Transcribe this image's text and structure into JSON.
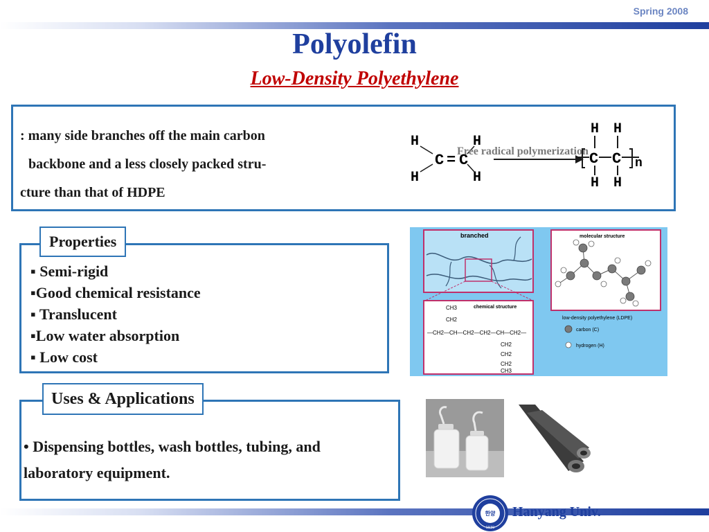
{
  "header": {
    "season": "Spring 2008",
    "title": "Polyolefin",
    "subtitle": "Low-Density Polyethylene"
  },
  "description": {
    "lines": [
      ": many side branches off the main carbon",
      "backbone and a less closely packed stru-",
      "cture than that of HDPE"
    ]
  },
  "reaction": {
    "label": "Free radical polymerization",
    "monomer_atoms": [
      "H",
      "H",
      "H",
      "H",
      "C",
      "C"
    ],
    "monomer_bond": "=",
    "polymer_atoms": [
      "H",
      "H",
      "H",
      "H",
      "C",
      "C"
    ],
    "repeat_subscript": "n"
  },
  "properties": {
    "title": "Properties",
    "items": [
      "▪ Semi-rigid",
      "▪Good chemical resistance",
      "▪ Translucent",
      "▪Low water absorption",
      "▪ Low cost"
    ]
  },
  "structure_figure": {
    "panel_labels": {
      "branched": "branched",
      "molecular": "molecular structure",
      "chemical": "chemical structure"
    },
    "caption": "low-density polyethylene (LDPE)",
    "legend": [
      "carbon (C)",
      "hydrogen (H)"
    ],
    "formula": {
      "top_branch": [
        "CH3",
        "CH2"
      ],
      "main_chain": "—CH2—CH—CH2—CH2—CH—CH2—",
      "bottom_branch": [
        "CH2",
        "CH2",
        "CH2",
        "CH3"
      ]
    },
    "colors": {
      "background": "#7fc8f0",
      "frame": "#c0306a",
      "chain": "#3a5a78"
    }
  },
  "uses": {
    "title": "Uses & Applications",
    "text": "• Dispensing bottles, wash bottles, tubing, and laboratory equipment."
  },
  "footer": {
    "seal_text": "한양",
    "seal_year": "1939",
    "university": "Hanyang Univ."
  },
  "colors": {
    "accent": "#2e75b6",
    "title": "#1f3f9e",
    "subtitle": "#c00000"
  }
}
